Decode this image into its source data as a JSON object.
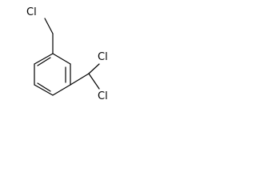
{
  "molecule": {
    "atoms": {
      "cl_top": "Cl",
      "cl_right_upper": "Cl",
      "cl_right_lower": "Cl"
    }
  }
}
